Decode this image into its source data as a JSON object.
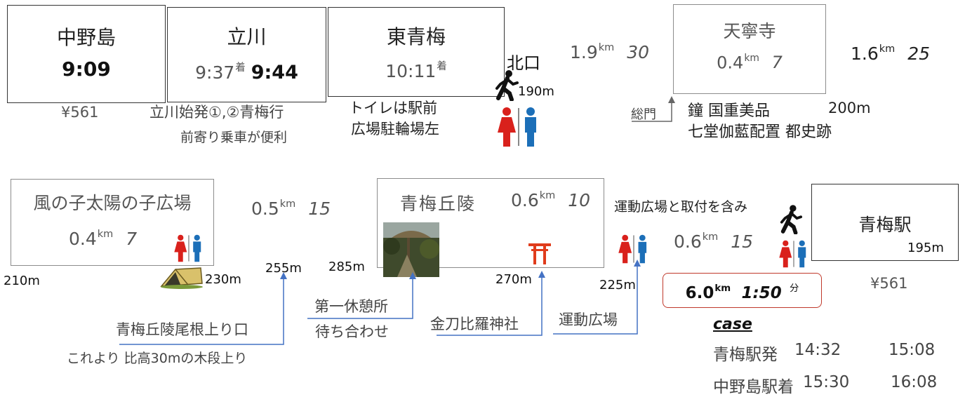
{
  "stations": {
    "nakanoshima": {
      "name": "中野島",
      "time": "9:09",
      "fare": "¥561"
    },
    "tachikawa": {
      "name": "立川",
      "arr": "9:37",
      "arr_sup": "着",
      "dep": "9:44",
      "note1": "立川始発①,②青梅行",
      "note2": "前寄り乗車が便利"
    },
    "higashiome": {
      "name": "東青梅",
      "arr": "10:11",
      "arr_sup": "着",
      "note1": "トイレは駅前",
      "note2": "広場駐輪場左",
      "exit": "北口",
      "walk": "190m"
    },
    "tenneiji": {
      "name": "天寧寺",
      "dist": "0.4",
      "unit": "km",
      "min": "7",
      "gate": "総門",
      "note1": "鐘 国重美品",
      "note2": "七堂伽藍配置 都史跡",
      "elev": "200m"
    },
    "kaze": {
      "name": "風の子太陽の子広場",
      "dist": "0.4",
      "unit": "km",
      "min": "7"
    },
    "omekyuryo": {
      "name": "青梅丘陵",
      "dist": "0.6",
      "unit": "km",
      "min": "10"
    },
    "omeeki": {
      "name": "青梅駅",
      "elev": "195m",
      "fare": "¥561"
    }
  },
  "legs": {
    "a": {
      "dist": "1.9",
      "unit": "km",
      "min": "30"
    },
    "b": {
      "dist": "1.6",
      "unit": "km",
      "min": "25"
    },
    "c": {
      "dist": "0.5",
      "unit": "km",
      "min": "15"
    },
    "d": {
      "dist": "0.6",
      "unit": "km",
      "min": "15"
    },
    "sports_note": "運動広場と取付を含み"
  },
  "elevations": {
    "e210": "210m",
    "e230": "230m",
    "e255": "255m",
    "e285": "285m",
    "e270": "270m",
    "e225": "225m"
  },
  "annotations": {
    "ridge": "青梅丘陵尾根上り口",
    "ridge_note": "これより 比高30mの木段上り",
    "rest1": "第一休憩所",
    "rest2": "待ち合わせ",
    "shrine": "金刀比羅神社",
    "sports": "運動広場"
  },
  "total": {
    "dist": "6.0",
    "unit": "km",
    "time": "1:50",
    "time_unit": "分"
  },
  "case": {
    "title": "case",
    "rows": [
      {
        "label": "青梅駅発",
        "t1": "14:32",
        "t2": "15:08"
      },
      {
        "label": "中野島駅着",
        "t1": "15:30",
        "t2": "16:08"
      }
    ]
  },
  "colors": {
    "woman": "#d9211c",
    "man": "#1c6fb8",
    "arrow": "#4472c4",
    "total_border": "#c0392b",
    "torii": "#e03c1c"
  }
}
